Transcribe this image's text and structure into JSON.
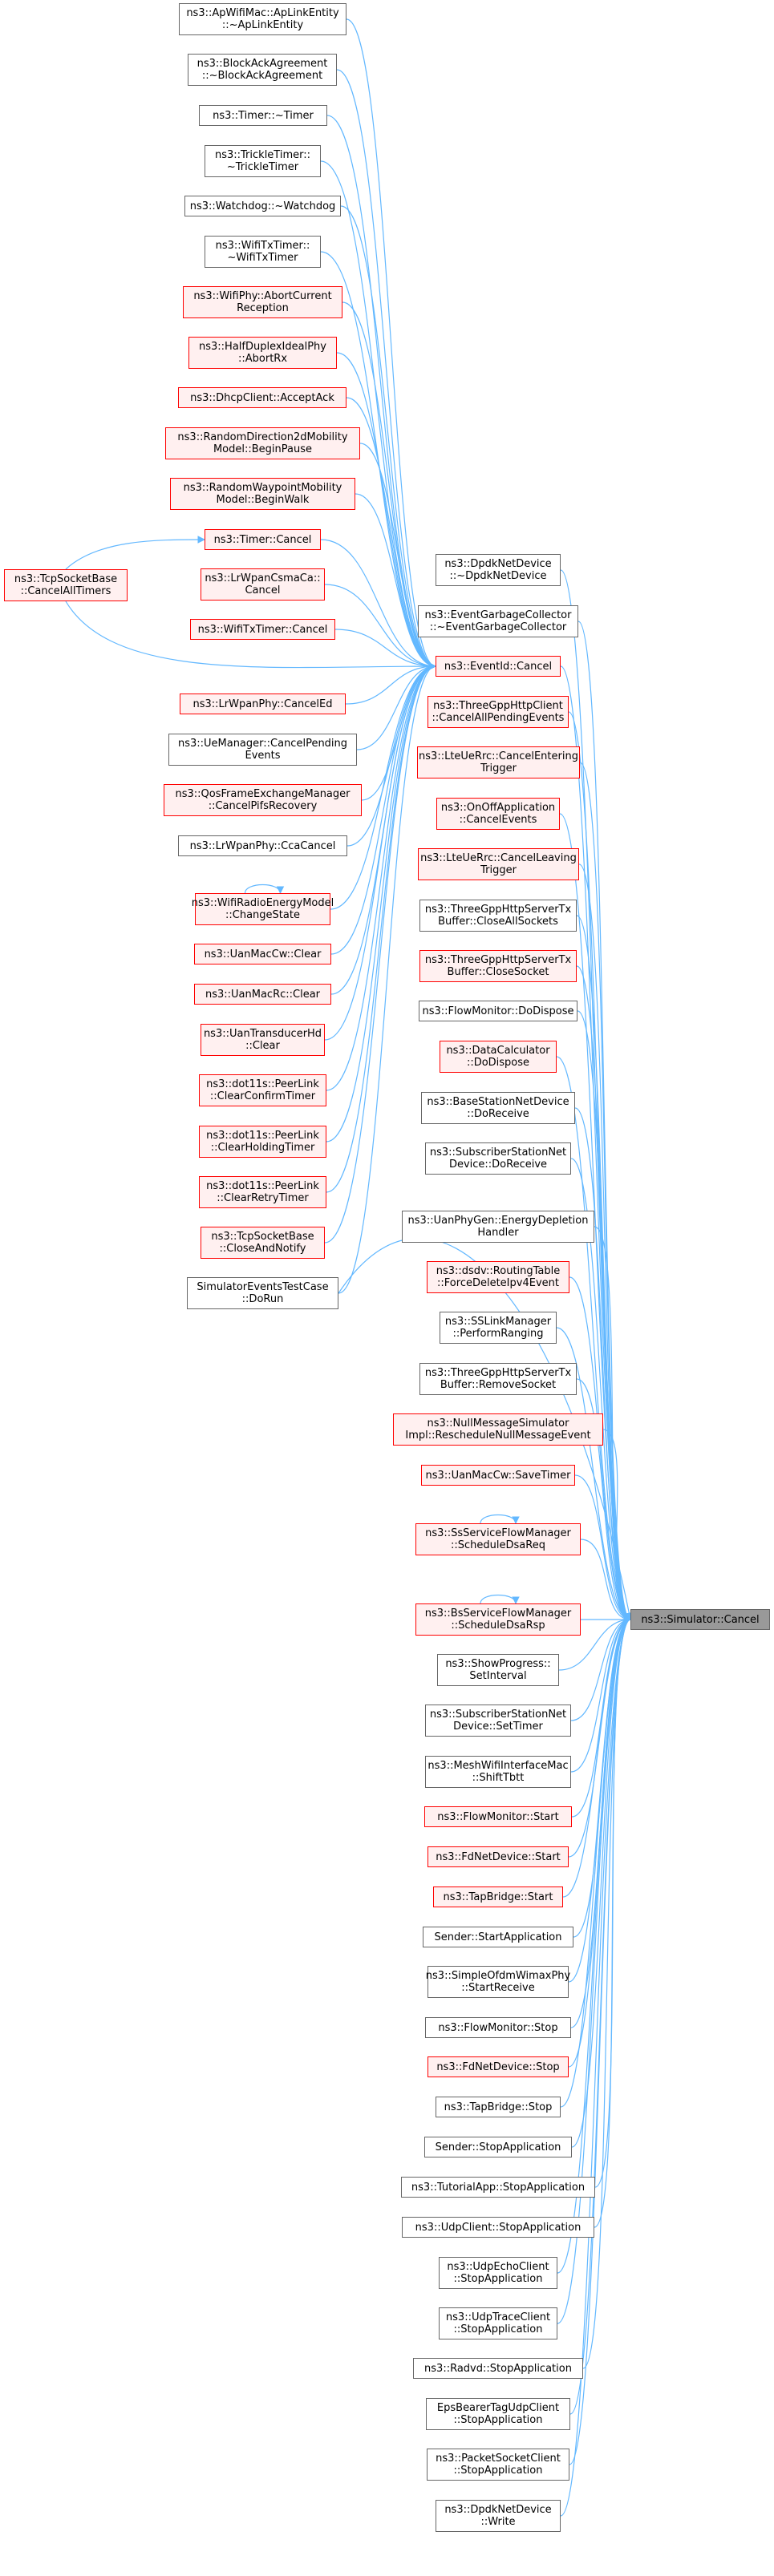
{
  "nodes": [
    {
      "id": "apwifimac",
      "lines": [
        "ns3::ApWifiMac::ApLinkEntity",
        "::~ApLinkEntity"
      ],
      "red": false
    },
    {
      "id": "blockack",
      "lines": [
        "ns3::BlockAckAgreement",
        "::~BlockAckAgreement"
      ],
      "red": false
    },
    {
      "id": "timer-dtor",
      "lines": [
        "ns3::Timer::~Timer"
      ],
      "red": false
    },
    {
      "id": "trickle",
      "lines": [
        "ns3::TrickleTimer::",
        "~TrickleTimer"
      ],
      "red": false
    },
    {
      "id": "watchdog",
      "lines": [
        "ns3::Watchdog::~Watchdog"
      ],
      "red": false
    },
    {
      "id": "wifitx-dtor",
      "lines": [
        "ns3::WifiTxTimer::",
        "~WifiTxTimer"
      ],
      "red": false
    },
    {
      "id": "abortcurrent",
      "lines": [
        "ns3::WifiPhy::AbortCurrent",
        "Reception"
      ],
      "red": true
    },
    {
      "id": "abortrx",
      "lines": [
        "ns3::HalfDuplexIdealPhy",
        "::AbortRx"
      ],
      "red": true
    },
    {
      "id": "acceptack",
      "lines": [
        "ns3::DhcpClient::AcceptAck"
      ],
      "red": true
    },
    {
      "id": "beginpause",
      "lines": [
        "ns3::RandomDirection2dMobility",
        "Model::BeginPause"
      ],
      "red": true
    },
    {
      "id": "beginwalk",
      "lines": [
        "ns3::RandomWaypointMobility",
        "Model::BeginWalk"
      ],
      "red": true
    },
    {
      "id": "timer-cancel",
      "lines": [
        "ns3::Timer::Cancel"
      ],
      "red": true
    },
    {
      "id": "tcp-cancelall",
      "lines": [
        "ns3::TcpSocketBase",
        "::CancelAllTimers"
      ],
      "red": true
    },
    {
      "id": "lrwpancsma",
      "lines": [
        "ns3::LrWpanCsmaCa::",
        "Cancel"
      ],
      "red": true
    },
    {
      "id": "wifitx-cancel",
      "lines": [
        "ns3::WifiTxTimer::Cancel"
      ],
      "red": true
    },
    {
      "id": "eventid-cancel",
      "lines": [
        "ns3::EventId::Cancel"
      ],
      "red": true
    },
    {
      "id": "canceled",
      "lines": [
        "ns3::LrWpanPhy::CancelEd"
      ],
      "red": true
    },
    {
      "id": "uemanager",
      "lines": [
        "ns3::UeManager::CancelPending",
        "Events"
      ],
      "red": false
    },
    {
      "id": "qosframe",
      "lines": [
        "ns3::QosFrameExchangeManager",
        "::CancelPifsRecovery"
      ],
      "red": true
    },
    {
      "id": "ccacancel",
      "lines": [
        "ns3::LrWpanPhy::CcaCancel"
      ],
      "red": false
    },
    {
      "id": "changestate",
      "lines": [
        "ns3::WifiRadioEnergyModel",
        "::ChangeState"
      ],
      "red": true
    },
    {
      "id": "uanmaccw-clear",
      "lines": [
        "ns3::UanMacCw::Clear"
      ],
      "red": true
    },
    {
      "id": "uanmacrc-clear",
      "lines": [
        "ns3::UanMacRc::Clear"
      ],
      "red": true
    },
    {
      "id": "uantransducer",
      "lines": [
        "ns3::UanTransducerHd",
        "::Clear"
      ],
      "red": true
    },
    {
      "id": "clearconfirm",
      "lines": [
        "ns3::dot11s::PeerLink",
        "::ClearConfirmTimer"
      ],
      "red": true
    },
    {
      "id": "clearholding",
      "lines": [
        "ns3::dot11s::PeerLink",
        "::ClearHoldingTimer"
      ],
      "red": true
    },
    {
      "id": "clearretry",
      "lines": [
        "ns3::dot11s::PeerLink",
        "::ClearRetryTimer"
      ],
      "red": true
    },
    {
      "id": "closeandnotify",
      "lines": [
        "ns3::TcpSocketBase",
        "::CloseAndNotify"
      ],
      "red": true
    },
    {
      "id": "simevents",
      "lines": [
        "SimulatorEventsTestCase",
        "::DoRun"
      ],
      "red": false
    },
    {
      "id": "dpdk-dtor",
      "lines": [
        "ns3::DpdkNetDevice",
        "::~DpdkNetDevice"
      ],
      "red": false
    },
    {
      "id": "eventgarbage",
      "lines": [
        "ns3::EventGarbageCollector",
        "::~EventGarbageCollector"
      ],
      "red": false
    },
    {
      "id": "threegpp-cancel",
      "lines": [
        "ns3::ThreeGppHttpClient",
        "::CancelAllPendingEvents"
      ],
      "red": true
    },
    {
      "id": "lteuerrc-enter",
      "lines": [
        "ns3::LteUeRrc::CancelEntering",
        "Trigger"
      ],
      "red": true
    },
    {
      "id": "onoff",
      "lines": [
        "ns3::OnOffApplication",
        "::CancelEvents"
      ],
      "red": true
    },
    {
      "id": "lteuerrc-leave",
      "lines": [
        "ns3::LteUeRrc::CancelLeaving",
        "Trigger"
      ],
      "red": true
    },
    {
      "id": "closeallsockets",
      "lines": [
        "ns3::ThreeGppHttpServerTx",
        "Buffer::CloseAllSockets"
      ],
      "red": false
    },
    {
      "id": "closesocket",
      "lines": [
        "ns3::ThreeGppHttpServerTx",
        "Buffer::CloseSocket"
      ],
      "red": true
    },
    {
      "id": "flowmonitor-dispose",
      "lines": [
        "ns3::FlowMonitor::DoDispose"
      ],
      "red": false
    },
    {
      "id": "datacalc",
      "lines": [
        "ns3::DataCalculator",
        "::DoDispose"
      ],
      "red": true
    },
    {
      "id": "basestation",
      "lines": [
        "ns3::BaseStationNetDevice",
        "::DoReceive"
      ],
      "red": false
    },
    {
      "id": "subscriber-receive",
      "lines": [
        "ns3::SubscriberStationNet",
        "Device::DoReceive"
      ],
      "red": false
    },
    {
      "id": "uanphygen",
      "lines": [
        "ns3::UanPhyGen::EnergyDepletion",
        "Handler"
      ],
      "red": false
    },
    {
      "id": "dsdv",
      "lines": [
        "ns3::dsdv::RoutingTable",
        "::ForceDeleteIpv4Event"
      ],
      "red": true
    },
    {
      "id": "sslink",
      "lines": [
        "ns3::SSLinkManager",
        "::PerformRanging"
      ],
      "red": false
    },
    {
      "id": "removesocket",
      "lines": [
        "ns3::ThreeGppHttpServerTx",
        "Buffer::RemoveSocket"
      ],
      "red": false
    },
    {
      "id": "nullmessage",
      "lines": [
        "ns3::NullMessageSimulator",
        "Impl::RescheduleNullMessageEvent"
      ],
      "red": true
    },
    {
      "id": "savetimer",
      "lines": [
        "ns3::UanMacCw::SaveTimer"
      ],
      "red": true
    },
    {
      "id": "ssservice",
      "lines": [
        "ns3::SsServiceFlowManager",
        "::ScheduleDsaReq"
      ],
      "red": true
    },
    {
      "id": "bsservice",
      "lines": [
        "ns3::BsServiceFlowManager",
        "::ScheduleDsaRsp"
      ],
      "red": true
    },
    {
      "id": "showprogress",
      "lines": [
        "ns3::ShowProgress::",
        "SetInterval"
      ],
      "red": false
    },
    {
      "id": "subscriber-settimer",
      "lines": [
        "ns3::SubscriberStationNet",
        "Device::SetTimer"
      ],
      "red": false
    },
    {
      "id": "meshwifi",
      "lines": [
        "ns3::MeshWifiInterfaceMac",
        "::ShiftTbtt"
      ],
      "red": false
    },
    {
      "id": "flowmonitor-start",
      "lines": [
        "ns3::FlowMonitor::Start"
      ],
      "red": true
    },
    {
      "id": "fdnet-start",
      "lines": [
        "ns3::FdNetDevice::Start"
      ],
      "red": true
    },
    {
      "id": "tapbridge-start",
      "lines": [
        "ns3::TapBridge::Start"
      ],
      "red": true
    },
    {
      "id": "sender-start",
      "lines": [
        "Sender::StartApplication"
      ],
      "red": false
    },
    {
      "id": "simpleofdm",
      "lines": [
        "ns3::SimpleOfdmWimaxPhy",
        "::StartReceive"
      ],
      "red": false
    },
    {
      "id": "flowmonitor-stop",
      "lines": [
        "ns3::FlowMonitor::Stop"
      ],
      "red": false
    },
    {
      "id": "fdnet-stop",
      "lines": [
        "ns3::FdNetDevice::Stop"
      ],
      "red": true
    },
    {
      "id": "tapbridge-stop",
      "lines": [
        "ns3::TapBridge::Stop"
      ],
      "red": false
    },
    {
      "id": "sender-stop",
      "lines": [
        "Sender::StopApplication"
      ],
      "red": false
    },
    {
      "id": "tutorialapp",
      "lines": [
        "ns3::TutorialApp::StopApplication"
      ],
      "red": false
    },
    {
      "id": "udpclient",
      "lines": [
        "ns3::UdpClient::StopApplication"
      ],
      "red": false
    },
    {
      "id": "udpecho",
      "lines": [
        "ns3::UdpEchoClient",
        "::StopApplication"
      ],
      "red": false
    },
    {
      "id": "udptrace",
      "lines": [
        "ns3::UdpTraceClient",
        "::StopApplication"
      ],
      "red": false
    },
    {
      "id": "radvd",
      "lines": [
        "ns3::Radvd::StopApplication"
      ],
      "red": false
    },
    {
      "id": "epsbearer",
      "lines": [
        "EpsBearerTagUdpClient",
        "::StopApplication"
      ],
      "red": false
    },
    {
      "id": "packetsocket",
      "lines": [
        "ns3::PacketSocketClient",
        "::StopApplication"
      ],
      "red": false
    },
    {
      "id": "dpdk-write",
      "lines": [
        "ns3::DpdkNetDevice",
        "::Write"
      ],
      "red": false
    },
    {
      "id": "simulator-cancel",
      "lines": [
        "ns3::Simulator::Cancel"
      ],
      "red": false,
      "target": true
    }
  ],
  "edges": [
    [
      "apwifimac",
      "eventid-cancel"
    ],
    [
      "blockack",
      "eventid-cancel"
    ],
    [
      "timer-dtor",
      "eventid-cancel"
    ],
    [
      "trickle",
      "eventid-cancel"
    ],
    [
      "watchdog",
      "eventid-cancel"
    ],
    [
      "wifitx-dtor",
      "eventid-cancel"
    ],
    [
      "abortcurrent",
      "eventid-cancel"
    ],
    [
      "abortrx",
      "eventid-cancel"
    ],
    [
      "acceptack",
      "eventid-cancel"
    ],
    [
      "beginpause",
      "eventid-cancel"
    ],
    [
      "beginwalk",
      "eventid-cancel"
    ],
    [
      "timer-cancel",
      "eventid-cancel"
    ],
    [
      "tcp-cancelall",
      "timer-cancel"
    ],
    [
      "tcp-cancelall",
      "eventid-cancel"
    ],
    [
      "lrwpancsma",
      "eventid-cancel"
    ],
    [
      "wifitx-cancel",
      "eventid-cancel"
    ],
    [
      "canceled",
      "eventid-cancel"
    ],
    [
      "uemanager",
      "eventid-cancel"
    ],
    [
      "qosframe",
      "eventid-cancel"
    ],
    [
      "ccacancel",
      "eventid-cancel"
    ],
    [
      "changestate",
      "eventid-cancel"
    ],
    [
      "changestate",
      "changestate"
    ],
    [
      "uanmaccw-clear",
      "eventid-cancel"
    ],
    [
      "uanmacrc-clear",
      "eventid-cancel"
    ],
    [
      "uantransducer",
      "eventid-cancel"
    ],
    [
      "clearconfirm",
      "eventid-cancel"
    ],
    [
      "clearholding",
      "eventid-cancel"
    ],
    [
      "clearretry",
      "eventid-cancel"
    ],
    [
      "closeandnotify",
      "eventid-cancel"
    ],
    [
      "simevents",
      "eventid-cancel"
    ],
    [
      "simevents",
      "simulator-cancel"
    ],
    [
      "eventid-cancel",
      "simulator-cancel"
    ],
    [
      "dpdk-dtor",
      "simulator-cancel"
    ],
    [
      "eventgarbage",
      "simulator-cancel"
    ],
    [
      "threegpp-cancel",
      "simulator-cancel"
    ],
    [
      "lteuerrc-enter",
      "simulator-cancel"
    ],
    [
      "onoff",
      "simulator-cancel"
    ],
    [
      "lteuerrc-leave",
      "simulator-cancel"
    ],
    [
      "closeallsockets",
      "simulator-cancel"
    ],
    [
      "closesocket",
      "simulator-cancel"
    ],
    [
      "flowmonitor-dispose",
      "simulator-cancel"
    ],
    [
      "datacalc",
      "simulator-cancel"
    ],
    [
      "basestation",
      "simulator-cancel"
    ],
    [
      "subscriber-receive",
      "simulator-cancel"
    ],
    [
      "uanphygen",
      "simulator-cancel"
    ],
    [
      "dsdv",
      "simulator-cancel"
    ],
    [
      "sslink",
      "simulator-cancel"
    ],
    [
      "removesocket",
      "simulator-cancel"
    ],
    [
      "nullmessage",
      "simulator-cancel"
    ],
    [
      "savetimer",
      "simulator-cancel"
    ],
    [
      "ssservice",
      "simulator-cancel"
    ],
    [
      "ssservice",
      "ssservice"
    ],
    [
      "bsservice",
      "simulator-cancel"
    ],
    [
      "bsservice",
      "bsservice"
    ],
    [
      "showprogress",
      "simulator-cancel"
    ],
    [
      "subscriber-settimer",
      "simulator-cancel"
    ],
    [
      "meshwifi",
      "simulator-cancel"
    ],
    [
      "flowmonitor-start",
      "simulator-cancel"
    ],
    [
      "fdnet-start",
      "simulator-cancel"
    ],
    [
      "tapbridge-start",
      "simulator-cancel"
    ],
    [
      "sender-start",
      "simulator-cancel"
    ],
    [
      "simpleofdm",
      "simulator-cancel"
    ],
    [
      "flowmonitor-stop",
      "simulator-cancel"
    ],
    [
      "fdnet-stop",
      "simulator-cancel"
    ],
    [
      "tapbridge-stop",
      "simulator-cancel"
    ],
    [
      "sender-stop",
      "simulator-cancel"
    ],
    [
      "tutorialapp",
      "simulator-cancel"
    ],
    [
      "udpclient",
      "simulator-cancel"
    ],
    [
      "udpecho",
      "simulator-cancel"
    ],
    [
      "udptrace",
      "simulator-cancel"
    ],
    [
      "radvd",
      "simulator-cancel"
    ],
    [
      "epsbearer",
      "simulator-cancel"
    ],
    [
      "packetsocket",
      "simulator-cancel"
    ],
    [
      "dpdk-write",
      "simulator-cancel"
    ]
  ],
  "colors": {
    "edge": "#63b8ff",
    "node_border": "#666666",
    "red_border": "#ff0000",
    "red_fill": "#fff0f0",
    "target_fill": "#999999"
  }
}
